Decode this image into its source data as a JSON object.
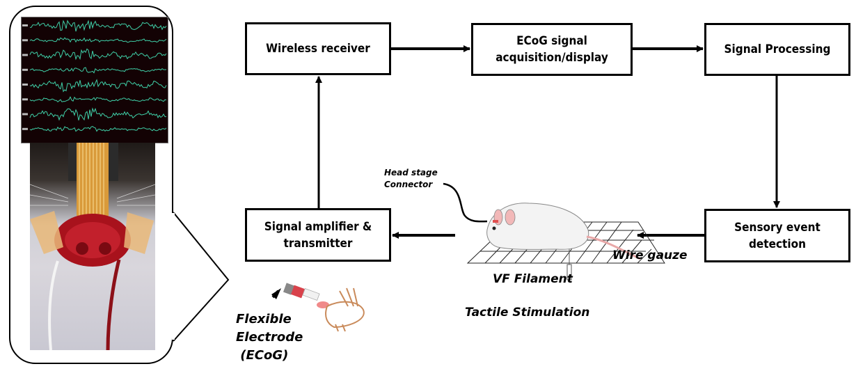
{
  "diagram": {
    "title": "ECoG tactile stimulation recording system",
    "boxes": {
      "wireless_receiver": "Wireless receiver",
      "ecog_acquisition": [
        "ECoG signal",
        "acquisition/display"
      ],
      "signal_processing": "Signal Processing",
      "sensory_event_detection": [
        "Sensory event",
        "detection"
      ],
      "amplifier_transmitter": [
        "Signal amplifier &",
        "transmitter"
      ]
    },
    "labels": {
      "head_stage": [
        "Head stage",
        "Connector"
      ],
      "wire_gauze": "Wire gauze",
      "vf_filament": "VF Filament",
      "tactile_stimulation": "Tactile Stimulation",
      "flexible_electrode": [
        "Flexible",
        "Electrode",
        "(ECoG)"
      ]
    },
    "flow": [
      {
        "from": "amplifier_transmitter",
        "to": "wireless_receiver"
      },
      {
        "from": "wireless_receiver",
        "to": "ecog_acquisition"
      },
      {
        "from": "ecog_acquisition",
        "to": "signal_processing"
      },
      {
        "from": "signal_processing",
        "to": "sensory_event_detection"
      },
      {
        "from": "sensory_event_detection",
        "to": "tactile_stimulation"
      },
      {
        "from": "tactile_stimulation",
        "to": "amplifier_transmitter"
      }
    ],
    "eeg_channel_count": 8,
    "colors": {
      "trace": "#3fd0a8",
      "screen": "#130204",
      "stroke": "#000000"
    }
  }
}
